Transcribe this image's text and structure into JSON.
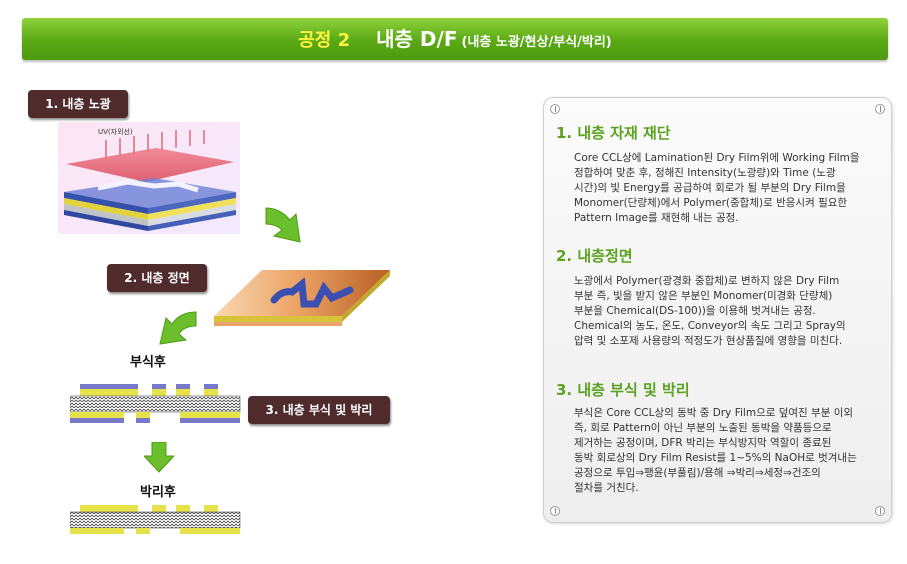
{
  "header": {
    "step": "공정 2",
    "title": "내층 D/F",
    "subtitle": "(내층 노광/현상/부식/박리)"
  },
  "diagram": {
    "tag1": "1. 내층 노광",
    "uv_label": "UV(자외선)",
    "tag2": "2. 내층 정면",
    "caption_etch": "부식후",
    "tag3": "3. 내층 부식 및 박리",
    "caption_strip": "박리후"
  },
  "colors": {
    "accent_green": "#5aa21f",
    "banner_green": "#5aa815",
    "tag_bg": "#4f2b2c",
    "banner_step_yellow": "#fff33d"
  },
  "panel": {
    "sections": [
      {
        "title": "1. 내층 자재 재단",
        "lines": [
          "Core CCL상에 Lamination된 Dry Film위에 Working Film을",
          "정합하여 맞춘 후, 정해진 Intensity(노광량)와 Time (노광",
          "시간)의 빛 Energy를 공급하여 회로가 될 부분의 Dry Film을",
          "Monomer(단량체)에서  Polymer(중합체)로 반응시켜 필요한",
          "Pattern Image를  재현해 내는 공정."
        ]
      },
      {
        "title": "2. 내층정면",
        "lines": [
          "노광에서 Polymer(광경화 중합체)로 변하지 않은 Dry Film",
          "부분 즉, 빛을 받지 않은 부분인 Monomer(미경화 단량체)",
          "부분을 Chemical(DS-100))을 이용해 벗겨내는 공정.",
          "Chemical의 농도, 온도, Conveyor의 속도 그리고 Spray의",
          "압력 및 소포제 사용량의 적정도가 현상품질에 영향을 미친다."
        ]
      },
      {
        "title": "3. 내층 부식 및 박리",
        "lines": [
          "부식은 Core CCL상의 동박 중 Dry Film으로 덮여진 부분 이외",
          "즉, 회로 Pattern이 아닌 부분의 노출된 동박을 약품등으로",
          "제거하는 공정이며, DFR 박리는 부식방지막 역할이 종료된",
          "동박 회로상의 Dry Film Resist를 1~5%의 NaOH로 벗겨내는",
          "공정으로 투입⇒팽윤(부풀림)/용해 ⇒박리⇒세정⇒건조의",
          "절차를 거친다."
        ]
      }
    ]
  }
}
